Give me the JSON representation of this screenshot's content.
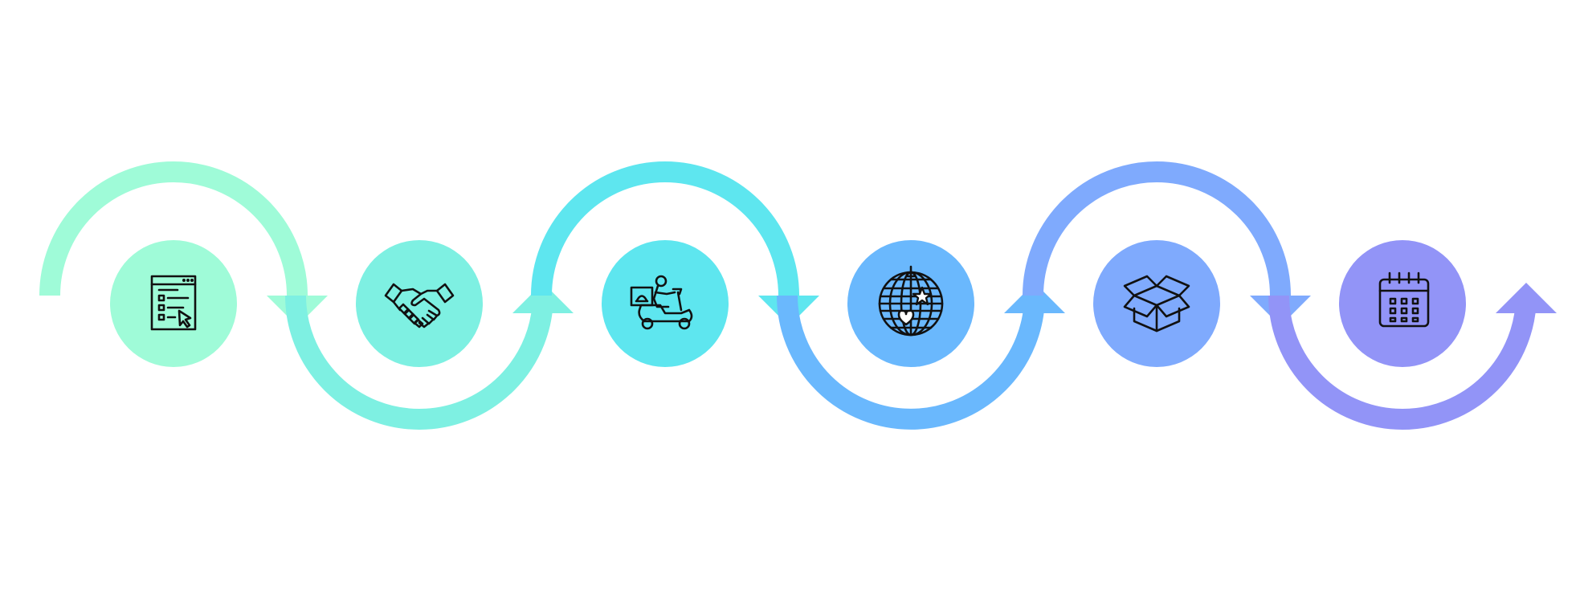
{
  "diagram": {
    "type": "process-flow",
    "steps": [
      {
        "icon": "web-form-checklist-icon",
        "color": "#9ffbd8"
      },
      {
        "icon": "handshake-icon",
        "color": "#7ef0e2"
      },
      {
        "icon": "delivery-scooter-icon",
        "color": "#5ee6ef"
      },
      {
        "icon": "disco-globe-icon",
        "color": "#6ab8fd"
      },
      {
        "icon": "open-box-icon",
        "color": "#7faafd"
      },
      {
        "icon": "calendar-icon",
        "color": "#9294f7"
      }
    ],
    "arrows": [
      {
        "direction": "down",
        "color": "#9ffbd8"
      },
      {
        "direction": "up",
        "color": "#7ef0e2"
      },
      {
        "direction": "down",
        "color": "#5ee6ef"
      },
      {
        "direction": "up",
        "color": "#6ab8fd"
      },
      {
        "direction": "down",
        "color": "#7faafd"
      },
      {
        "direction": "up",
        "color": "#9294f7"
      }
    ]
  }
}
